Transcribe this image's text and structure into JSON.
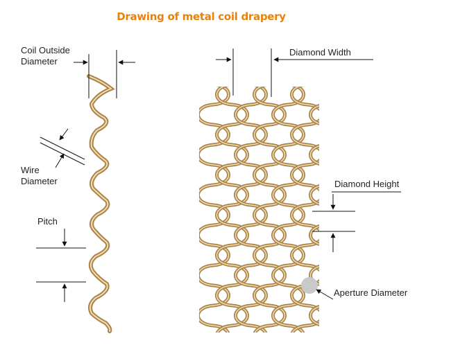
{
  "title": "Drawing of metal coil drapery",
  "labels": {
    "coil_outside_diameter_line1": "Coil Outside",
    "coil_outside_diameter_line2": "Diameter",
    "wire_diameter_line1": "Wire",
    "wire_diameter_line2": "Diameter",
    "pitch": "Pitch",
    "diamond_width": "Diamond Width",
    "diamond_height": "Diamond Height",
    "aperture_diameter": "Aperture Diameter"
  },
  "colors": {
    "title": "#e8820c",
    "wire": "#a9834a",
    "wire_highlight": "#f4ddb0",
    "aperture": "#c9c9c9",
    "lines": "#111111"
  }
}
